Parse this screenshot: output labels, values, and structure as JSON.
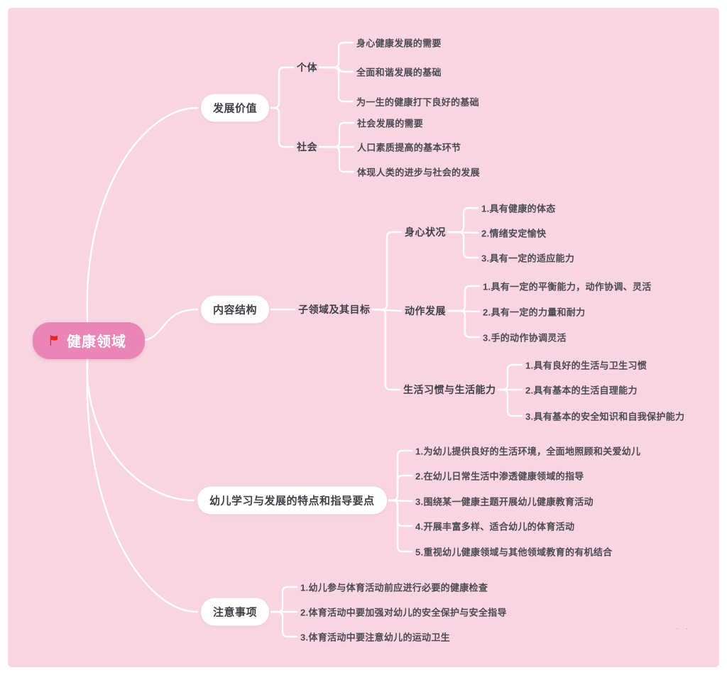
{
  "colors": {
    "canvas_bg": "#f8d5e0",
    "root_fill": "#e986b6",
    "root_text": "#ffffff",
    "pill_fill": "#ffffff",
    "pill_text": "#3f4048",
    "label_text": "#3f4048",
    "leaf_text": "#4a4b53",
    "line": "#fefcfd",
    "flag_red": "#e8251f"
  },
  "icons": {
    "root": "flag-icon"
  },
  "decor": {
    "dots": "· ·"
  },
  "mindmap": {
    "root": {
      "label": "健康领域"
    },
    "branches": [
      {
        "label": "发展价值",
        "children": [
          {
            "label": "个体",
            "children": [
              {
                "label": "身心健康发展的需要"
              },
              {
                "label": "全面和谐发展的基础"
              },
              {
                "label": "为一生的健康打下良好的基础"
              }
            ]
          },
          {
            "label": "社会",
            "children": [
              {
                "label": "社会发展的需要"
              },
              {
                "label": "人口素质提高的基本环节"
              },
              {
                "label": "体现人类的进步与社会的发展"
              }
            ]
          }
        ]
      },
      {
        "label": "内容结构",
        "children": [
          {
            "label": "子领域及其目标",
            "children": [
              {
                "label": "身心状况",
                "children": [
                  {
                    "label": "1.具有健康的体态"
                  },
                  {
                    "label": "2.情绪安定愉快"
                  },
                  {
                    "label": "3.具有一定的适应能力"
                  }
                ]
              },
              {
                "label": "动作发展",
                "children": [
                  {
                    "label": "1.具有一定的平衡能力，动作协调、灵活"
                  },
                  {
                    "label": "2.具有一定的力量和耐力"
                  },
                  {
                    "label": "3.手的动作协调灵活"
                  }
                ]
              },
              {
                "label": "生活习惯与生活能力",
                "children": [
                  {
                    "label": "1.具有良好的生活与卫生习惯"
                  },
                  {
                    "label": "2.具有基本的生活自理能力"
                  },
                  {
                    "label": "3.具有基本的安全知识和自我保护能力"
                  }
                ]
              }
            ]
          }
        ]
      },
      {
        "label": "幼儿学习与发展的特点和指导要点",
        "children": [
          {
            "label": "1.为幼儿提供良好的生活环境，全面地照顾和关爱幼儿"
          },
          {
            "label": "2.在幼儿日常生活中渗透健康领域的指导"
          },
          {
            "label": "3.围绕某一健康主题开展幼儿健康教育活动"
          },
          {
            "label": "4.开展丰富多样、适合幼儿的体育活动"
          },
          {
            "label": "5.重视幼儿健康领域与其他领域教育的有机结合"
          }
        ]
      },
      {
        "label": "注意事项",
        "children": [
          {
            "label": "1.幼儿参与体育活动前应进行必要的健康检查"
          },
          {
            "label": "2.体育活动中要加强对幼儿的安全保护与安全指导"
          },
          {
            "label": "3.体育活动中要注意幼儿的运动卫生"
          }
        ]
      }
    ]
  }
}
